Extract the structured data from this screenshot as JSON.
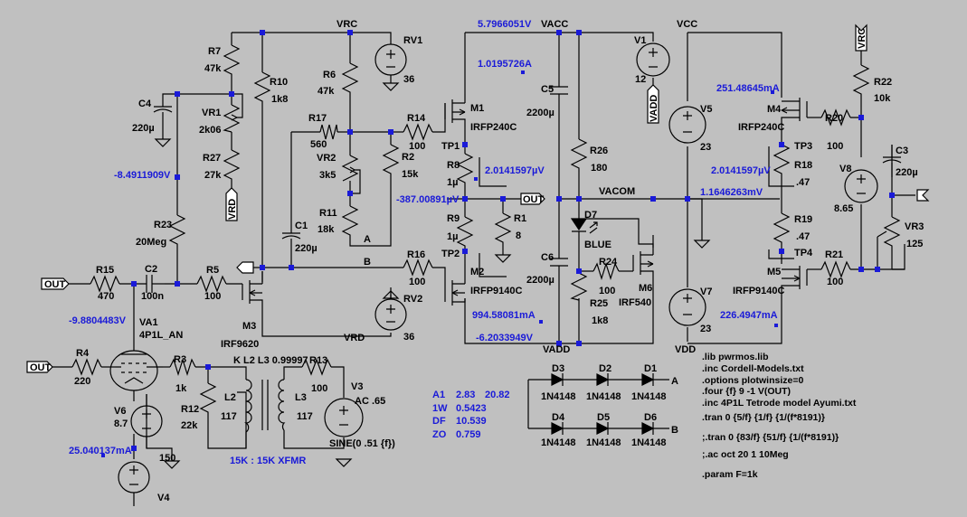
{
  "nets": {
    "vrc": "VRC",
    "vacc": "VACC",
    "vcc": "VCC",
    "vrd": "VRD",
    "vadd": "VADD",
    "vdd": "VDD",
    "vacom": "VACOM",
    "out": "OUT",
    "a": "A",
    "b": "B"
  },
  "components": {
    "r7": {
      "ref": "R7",
      "val": "47k"
    },
    "vr1": {
      "ref": "VR1",
      "val": "2k06"
    },
    "r27": {
      "ref": "R27",
      "val": "27k"
    },
    "c4": {
      "ref": "C4",
      "val": "220µ"
    },
    "r10": {
      "ref": "R10",
      "val": "1k8"
    },
    "r23": {
      "ref": "R23",
      "val": "20Meg"
    },
    "r6": {
      "ref": "R6",
      "val": "47k"
    },
    "r17": {
      "ref": "R17",
      "val": "560"
    },
    "vr2": {
      "ref": "VR2",
      "val": "3k5"
    },
    "r11": {
      "ref": "R11",
      "val": "18k"
    },
    "r2": {
      "ref": "R2",
      "val": "15k"
    },
    "c1": {
      "ref": "C1",
      "val": "220µ"
    },
    "rv1": {
      "ref": "RV1",
      "val": "36"
    },
    "rv2": {
      "ref": "RV2",
      "val": "36"
    },
    "r14": {
      "ref": "R14",
      "val": "100"
    },
    "r16": {
      "ref": "R16",
      "val": "100"
    },
    "m1": {
      "ref": "M1",
      "val": "IRFP240C"
    },
    "m2": {
      "ref": "M2",
      "val": "IRFP9140C"
    },
    "r8": {
      "ref": "R8",
      "val": "1µ"
    },
    "r9": {
      "ref": "R9",
      "val": "1µ"
    },
    "r1": {
      "ref": "R1",
      "val": "8"
    },
    "tp1": {
      "ref": "TP1"
    },
    "tp2": {
      "ref": "TP2"
    },
    "c5": {
      "ref": "C5",
      "val": "2200µ"
    },
    "c6": {
      "ref": "C6",
      "val": "2200µ"
    },
    "v1": {
      "ref": "V1",
      "val": "12"
    },
    "r26": {
      "ref": "R26",
      "val": "180"
    },
    "d7": {
      "ref": "D7",
      "val": "BLUE"
    },
    "r24": {
      "ref": "R24",
      "val": "100"
    },
    "m6": {
      "ref": "M6",
      "val": "IRF540"
    },
    "r25": {
      "ref": "R25",
      "val": "1k8"
    },
    "v5": {
      "ref": "V5",
      "val": "23"
    },
    "v7": {
      "ref": "V7",
      "val": "23"
    },
    "m4": {
      "ref": "M4",
      "val": "IRFP240C"
    },
    "m5": {
      "ref": "M5",
      "val": "IRFP9140C"
    },
    "r20": {
      "ref": "R20",
      "val": "100"
    },
    "r21": {
      "ref": "R21",
      "val": "100"
    },
    "r18": {
      "ref": "R18",
      "val": ".47"
    },
    "r19": {
      "ref": "R19",
      "val": ".47"
    },
    "tp3": {
      "ref": "TP3"
    },
    "tp4": {
      "ref": "TP4"
    },
    "r22": {
      "ref": "R22",
      "val": "10k"
    },
    "c3": {
      "ref": "C3",
      "val": "220µ"
    },
    "v8": {
      "ref": "V8",
      "val": "8.65"
    },
    "vr3": {
      "ref": "VR3",
      "val": "125"
    },
    "r15": {
      "ref": "R15",
      "val": "470"
    },
    "c2": {
      "ref": "C2",
      "val": "100n"
    },
    "r5": {
      "ref": "R5",
      "val": "100"
    },
    "m3": {
      "ref": "M3",
      "val": "IRF9620"
    },
    "va1": {
      "ref": "VA1",
      "val": "4P1L_AN"
    },
    "r4": {
      "ref": "R4",
      "val": "220"
    },
    "r3": {
      "ref": "R3",
      "val": "1k"
    },
    "r12": {
      "ref": "R12",
      "val": "22k"
    },
    "v6": {
      "ref": "V6",
      "val": "8.7"
    },
    "v4": {
      "ref": "V4",
      "val": "150"
    },
    "l2": {
      "ref": "L2",
      "val": "117"
    },
    "l3": {
      "ref": "L3",
      "val": "117"
    },
    "r13": {
      "ref": "R13",
      "val": "100"
    },
    "v3": {
      "ref": "V3",
      "val": "AC .65",
      "sine": "SINE(0 .51 {f})"
    },
    "d1": {
      "ref": "D1",
      "val": "1N4148"
    },
    "d2": {
      "ref": "D2",
      "val": "1N4148"
    },
    "d3": {
      "ref": "D3",
      "val": "1N4148"
    },
    "d4": {
      "ref": "D4",
      "val": "1N4148"
    },
    "d5": {
      "ref": "D5",
      "val": "1N4148"
    },
    "d6": {
      "ref": "D6",
      "val": "1N4148"
    }
  },
  "coupling": "K L2 L3 0.99997",
  "xfmr": "15K : 15K XFMR",
  "measurements": {
    "vacc_v": "5.7966051V",
    "m1_i": "1.0195726A",
    "vr1_v": "-8.4911909V",
    "tp_v": "2.0141597µV",
    "out_v": "-387.00891µV",
    "m2_i": "994.58081mA",
    "vadd_v": "-6.2033949V",
    "va1_v": "-9.8804483V",
    "v4_i": "25.040137mA",
    "m4_i": "251.48645mA",
    "tp3_v": "2.0141597µV",
    "vacom_v": "1.1646263mV",
    "m5_i": "226.4947mA"
  },
  "fourier": {
    "rows": [
      {
        "k": "A1",
        "a": "2.83",
        "b": "20.82"
      },
      {
        "k": "1W",
        "a": "0.5423",
        "b": ""
      },
      {
        "k": "DF",
        "a": "10.539",
        "b": ""
      },
      {
        "k": "ZO",
        "a": "0.759",
        "b": ""
      }
    ]
  },
  "directives": [
    ".lib pwrmos.lib",
    ".inc Cordell-Models.txt",
    ".options plotwinsize=0",
    ".four {f} 9 -1 V(OUT)",
    ".inc 4P1L Tetrode model Ayumi.txt",
    ".tran 0 {5/f} {1/f} {1/(f*8191)}",
    ";.tran 0 {83/f} {51/f} {1/(f*8191)}",
    ";.ac oct 20 1 10Meg",
    ".param F=1k"
  ]
}
